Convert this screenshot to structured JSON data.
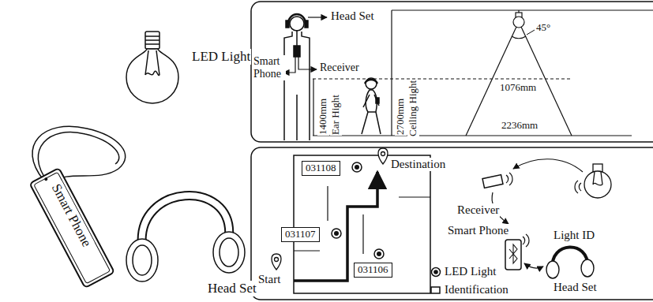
{
  "diagram": {
    "nodes": [
      {
        "text": [
          "031108"
        ]
      },
      {
        "text": [
          "031107"
        ]
      },
      {
        "text": [
          "031106"
        ]
      }
    ],
    "labels": [
      "LED Light",
      "Smart Phone",
      "Head Set",
      "Head Set",
      "Smart Phone",
      "Receiver",
      "1400mm",
      "Ear Hight",
      "2700mm",
      "Ceiling Hight",
      "45°",
      "1076mm",
      "2236mm",
      "Destination",
      "Start",
      "Receiver",
      "Smart Phone",
      "Light ID",
      "Head Set"
    ],
    "legend": [
      {
        "text": "LED Light"
      },
      {
        "text": "Identification"
      }
    ]
  }
}
